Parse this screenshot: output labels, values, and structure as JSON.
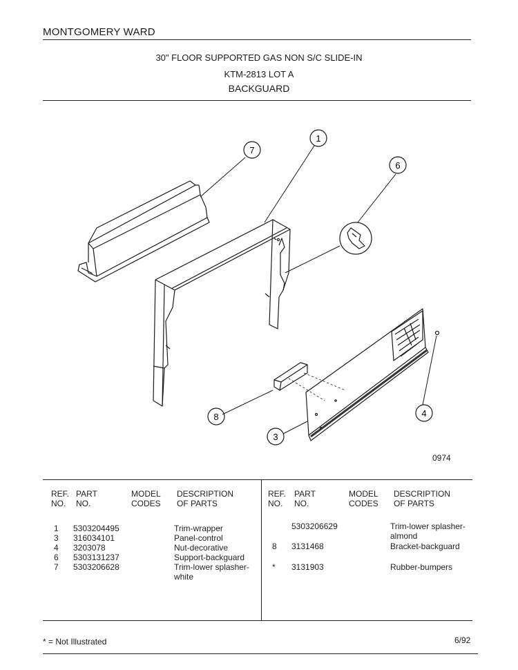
{
  "header": {
    "brand": "MONTGOMERY WARD",
    "title": "30\" FLOOR SUPPORTED GAS NON S/C SLIDE-IN",
    "model": "KTM-2813 LOT A",
    "section": "BACKGUARD"
  },
  "diagram": {
    "figure_number": "0974",
    "callouts": {
      "c1": "1",
      "c3": "3",
      "c4": "4",
      "c6": "6",
      "c7": "7",
      "c8": "8"
    }
  },
  "table": {
    "headers": {
      "ref_1": "REF.",
      "ref_2": "NO.",
      "part_1": "PART",
      "part_2": "NO.",
      "model_1": "MODEL",
      "model_2": "CODES",
      "desc_1": "DESCRIPTION",
      "desc_2": "OF PARTS"
    },
    "left_rows": [
      {
        "ref": "1",
        "part": "5303204495",
        "desc": "Trim-wrapper",
        "desc2": ""
      },
      {
        "ref": "3",
        "part": "316034101",
        "desc": "Panel-control",
        "desc2": ""
      },
      {
        "ref": "4",
        "part": "3203078",
        "desc": "Nut-decorative",
        "desc2": ""
      },
      {
        "ref": "6",
        "part": "5303131237",
        "desc": "Support-backguard",
        "desc2": ""
      },
      {
        "ref": "7",
        "part": "5303206628",
        "desc": "Trim-lower splasher-",
        "desc2": "white"
      }
    ],
    "right_rows": [
      {
        "ref": "",
        "part": "5303206629",
        "desc": "Trim-lower splasher-",
        "desc2": "almond"
      },
      {
        "ref": "8",
        "part": "3131468",
        "desc": "Bracket-backguard",
        "desc2": ""
      },
      {
        "ref": "*",
        "part": "3131903",
        "desc": "Rubber-bumpers",
        "desc2": ""
      }
    ]
  },
  "footer": {
    "note": "* = Not Illustrated",
    "date": "6/92"
  }
}
